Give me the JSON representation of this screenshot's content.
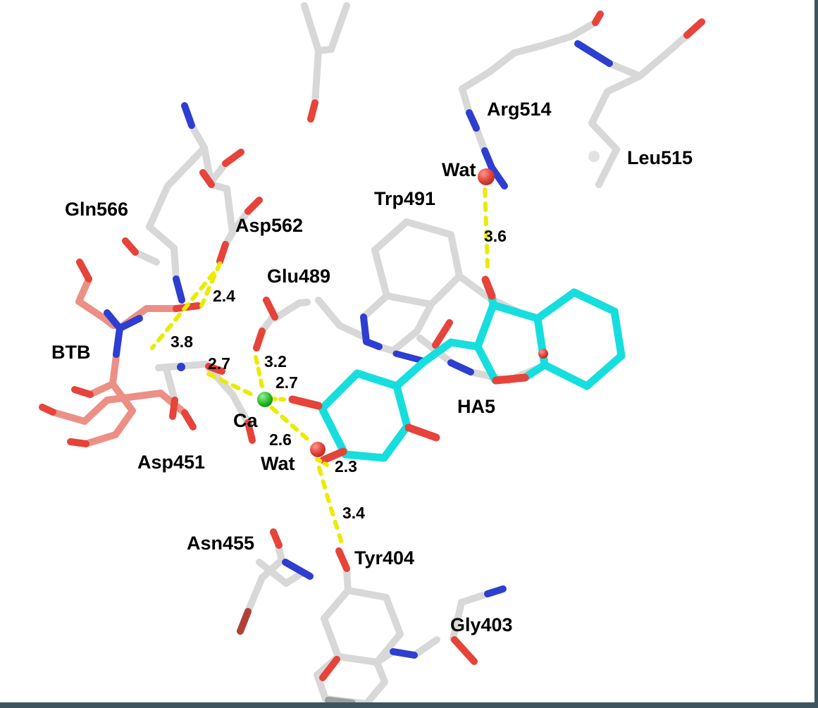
{
  "figure": {
    "kind": "protein-ligand binding site 3D stick model",
    "ligand_code": "HA5",
    "cofactor": "Ca",
    "water_count_labeled": 2
  },
  "text": {
    "gln566": "Gln566",
    "asp562": "Asp562",
    "glu489": "Glu489",
    "trp491": "Trp491",
    "arg514": "Arg514",
    "leu515": "Leu515",
    "btb": "BTB",
    "asp451": "Asp451",
    "asn455": "Asn455",
    "tyr404": "Tyr404",
    "gly403": "Gly403",
    "ha5": "HA5",
    "ca": "Ca",
    "wat_top": "Wat",
    "wat_bottom": "Wat",
    "d_2_4": "2.4",
    "d_3_8": "3.8",
    "d_2_7_left": "2.7",
    "d_3_2": "3.2",
    "d_2_7_right": "2.7",
    "d_2_6": "2.6",
    "d_2_3": "2.3",
    "d_3_4": "3.4",
    "d_3_6": "3.6"
  },
  "distances_shown": [
    "2.4",
    "3.8",
    "2.7",
    "3.2",
    "2.7",
    "2.6",
    "2.3",
    "3.4",
    "3.6"
  ],
  "colors": {
    "background": "#ffffff",
    "frame": "#3e5560",
    "protein_carbon": "#d8d8d8",
    "btb_carbon_salmon": "#ec9086",
    "ligand_carbon_cyan": "#17dede",
    "oxygen_red": "#e6433a",
    "nitrogen_blue": "#2e3ed0",
    "calcium_green": "#2ecc2e",
    "hbond_yellow": "#ebeb00",
    "label_text": "#000000"
  }
}
